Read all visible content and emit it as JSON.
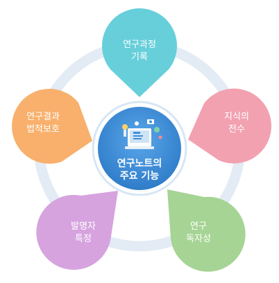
{
  "center": {
    "line1": "연구노트의",
    "line2": "주요 기능"
  },
  "petals": [
    {
      "id": "research-process",
      "line1": "연구과정",
      "line2": "기록",
      "color": "#67cfda"
    },
    {
      "id": "knowledge-transfer",
      "line1": "지식의",
      "line2": "전수",
      "color": "#f2a1b1"
    },
    {
      "id": "research-originality",
      "line1": "연구",
      "line2": "독자성",
      "color": "#a6d495"
    },
    {
      "id": "inventor-identification",
      "line1": "발명자",
      "line2": "특정",
      "color": "#d6a3df"
    },
    {
      "id": "legal-protection",
      "line1": "연구결과",
      "line2": "법적보호",
      "color": "#f8b06c"
    }
  ],
  "colors": {
    "ring": "#e3ebf4",
    "center_fill": "#3f8fd9",
    "center_ring": "#d7e6f4"
  },
  "icons": [
    "lab-equipment-icon"
  ]
}
